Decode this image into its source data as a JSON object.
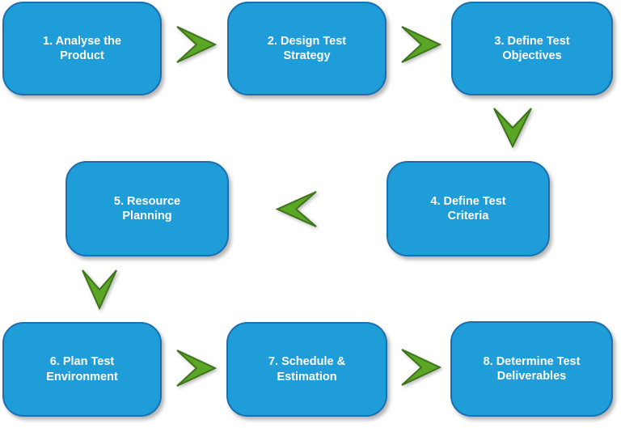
{
  "diagram": {
    "type": "flowchart",
    "steps": [
      {
        "id": 1,
        "lines": [
          "1. Analyse the",
          "Product"
        ]
      },
      {
        "id": 2,
        "lines": [
          "2. Design Test",
          "Strategy"
        ]
      },
      {
        "id": 3,
        "lines": [
          "3. Define Test",
          "Objectives"
        ]
      },
      {
        "id": 4,
        "lines": [
          "4. Define Test",
          "Criteria"
        ]
      },
      {
        "id": 5,
        "lines": [
          "5. Resource",
          "Planning"
        ]
      },
      {
        "id": 6,
        "lines": [
          "6. Plan Test",
          "Environment"
        ]
      },
      {
        "id": 7,
        "lines": [
          "7. Schedule &",
          "Estimation"
        ]
      },
      {
        "id": 8,
        "lines": [
          "8. Determine Test",
          "Deliverables"
        ]
      }
    ],
    "arrows": [
      {
        "from": 1,
        "to": 2,
        "direction": "right"
      },
      {
        "from": 2,
        "to": 3,
        "direction": "right"
      },
      {
        "from": 3,
        "to": 4,
        "direction": "down"
      },
      {
        "from": 4,
        "to": 5,
        "direction": "left"
      },
      {
        "from": 5,
        "to": 6,
        "direction": "down"
      },
      {
        "from": 6,
        "to": 7,
        "direction": "right"
      },
      {
        "from": 7,
        "to": 8,
        "direction": "right"
      }
    ]
  },
  "colors": {
    "background": "#ffffff",
    "box_fill": "#1e9dd8",
    "box_border": "#1b6fae",
    "box_text": "#ffffff",
    "arrow_fill": "#5ca626",
    "arrow_border": "#3d741c"
  }
}
